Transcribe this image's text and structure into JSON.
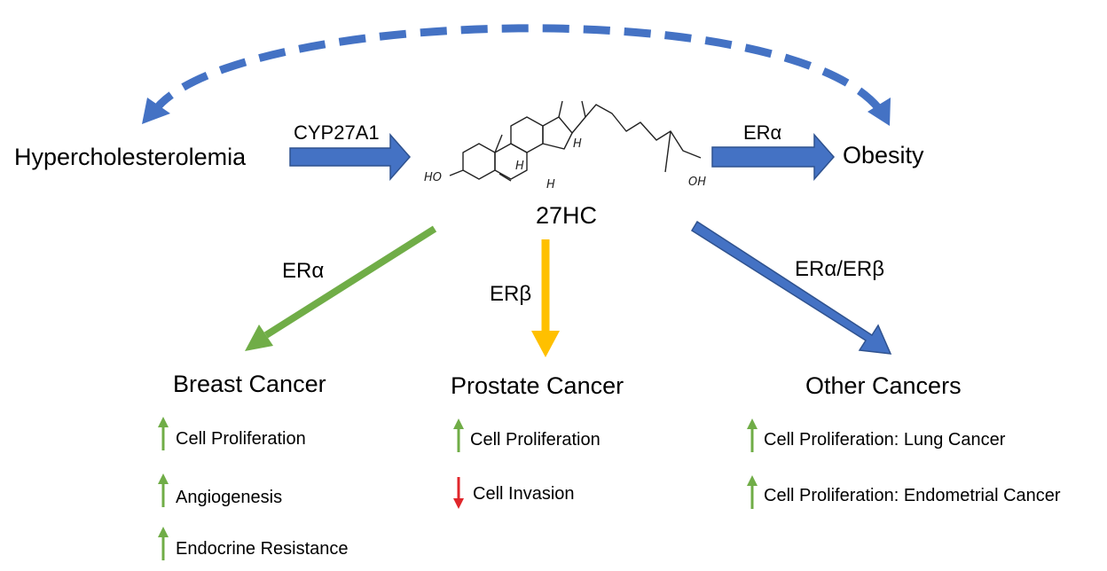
{
  "colors": {
    "blue_arrow": "#4472C4",
    "blue_arrow_dark": "#2F528F",
    "green": "#70AD47",
    "orange": "#FFC000",
    "red": "#E0262B",
    "text": "#000000"
  },
  "top": {
    "left_node": "Hypercholesterolemia",
    "enzyme": "CYP27A1",
    "center_node": "27HC",
    "right_receptor": "ERα",
    "right_node": "Obesity",
    "molecule_labels": {
      "ho": "HO",
      "oh": "OH",
      "h": "H"
    }
  },
  "branches": [
    {
      "receptor": "ERα",
      "title": "Breast Cancer",
      "effects": [
        {
          "direction": "up",
          "text": "Cell Proliferation"
        },
        {
          "direction": "up",
          "text": "Angiogenesis"
        },
        {
          "direction": "up",
          "text": "Endocrine Resistance"
        }
      ]
    },
    {
      "receptor": "ERβ",
      "title": "Prostate Cancer",
      "effects": [
        {
          "direction": "up",
          "text": "Cell Proliferation"
        },
        {
          "direction": "down",
          "text": "Cell Invasion"
        }
      ]
    },
    {
      "receptor": "ERα/ERβ",
      "title": "Other Cancers",
      "effects": [
        {
          "direction": "up",
          "text": "Cell Proliferation: Lung Cancer"
        },
        {
          "direction": "up",
          "text": "Cell Proliferation: Endometrial Cancer"
        }
      ]
    }
  ]
}
